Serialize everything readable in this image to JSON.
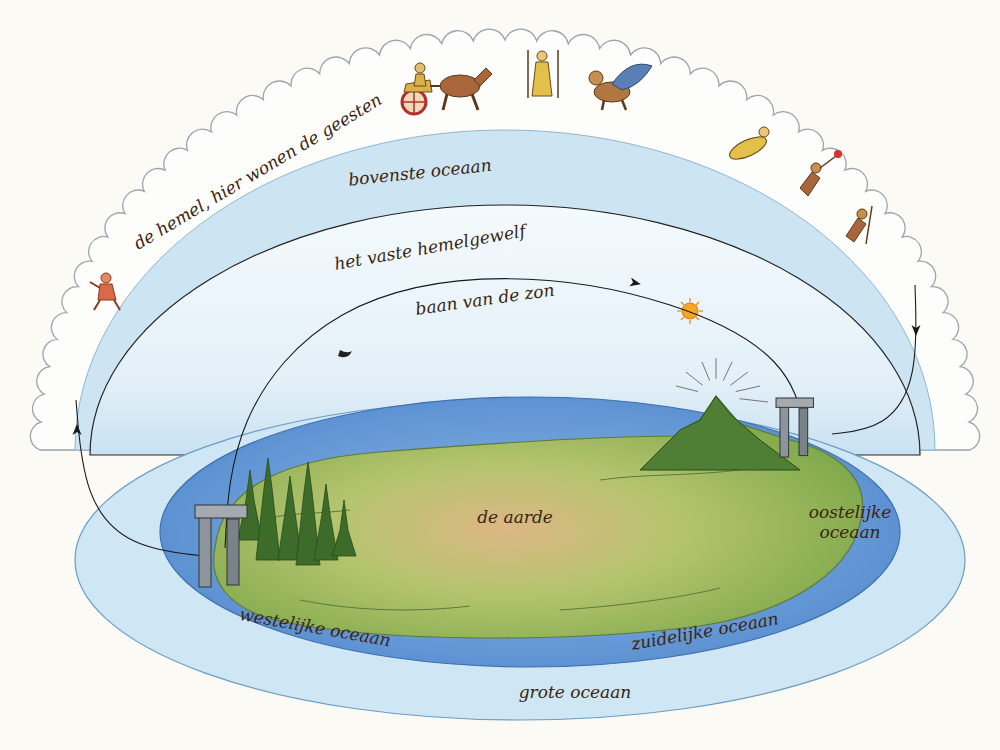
{
  "diagram": {
    "nodes": [
      {
        "text": [
          "grote oceaan"
        ]
      },
      {
        "text": [
          "westelijke oceaan",
          "zuidelijke oceaan",
          "oostelijke oceaan"
        ],
        "in": 0
      },
      {
        "text": [
          "de aarde"
        ],
        "in": 1
      }
    ],
    "labels": [
      "de hemel, hier wonen de geesten",
      "bovenste oceaan",
      "het vaste hemelgewelf",
      "baan van de zon"
    ]
  }
}
